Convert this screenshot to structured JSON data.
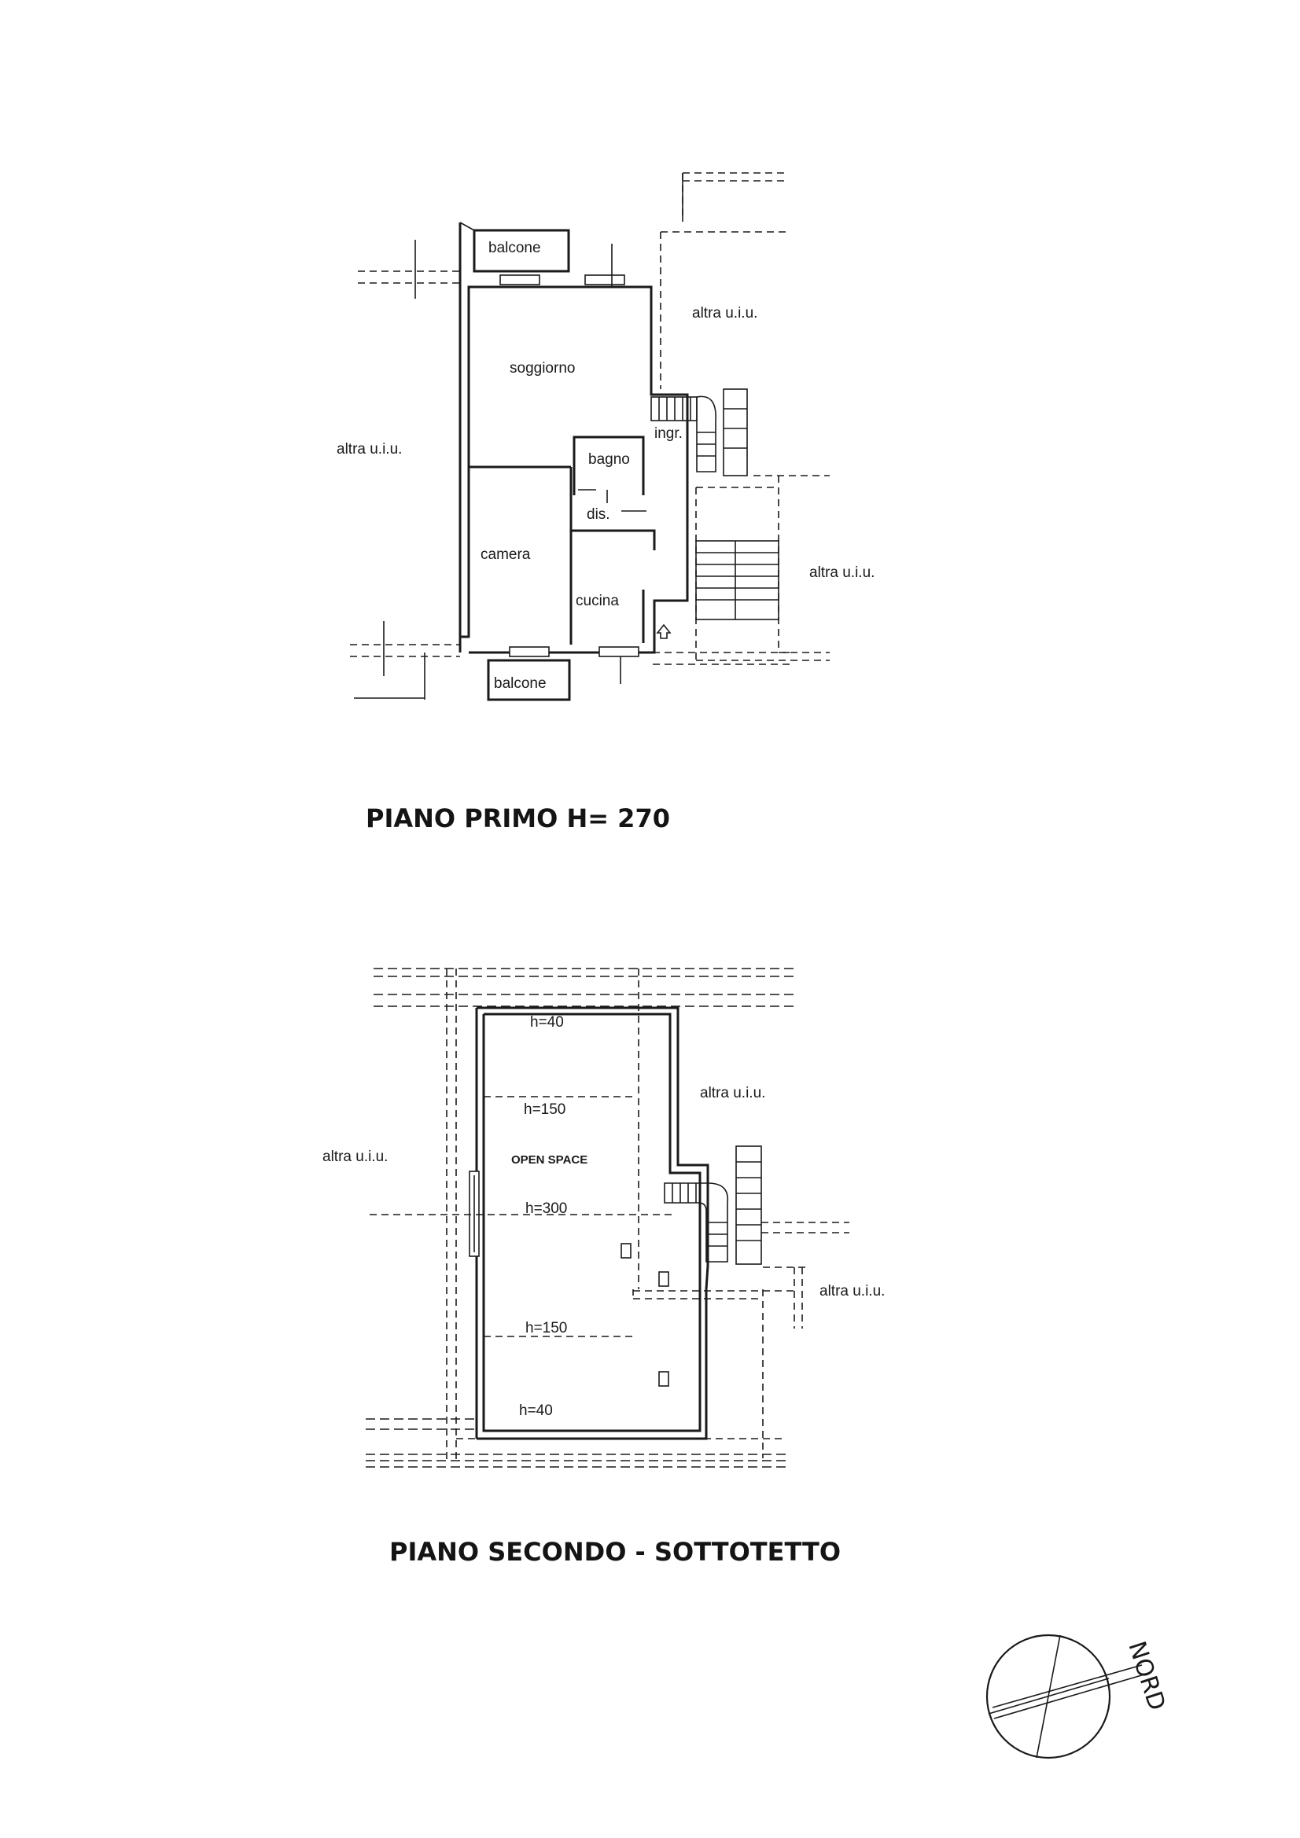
{
  "plans": [
    {
      "title": "PIANO PRIMO H= 270",
      "rooms": {
        "balcony_top": "balcone",
        "living": "soggiorno",
        "bathroom": "bagno",
        "entrance": "ingr.",
        "hall": "dis.",
        "bedroom": "camera",
        "kitchen": "cucina",
        "balcony_bottom": "balcone"
      },
      "neighbors": {
        "left": "altra u.i.u.",
        "top_right": "altra u.i.u.",
        "right": "altra u.i.u."
      }
    },
    {
      "title": "PIANO SECONDO - SOTTOTETTO",
      "room": "OPEN SPACE",
      "heights": [
        "h=40",
        "h=150",
        "h=300",
        "h=150",
        "h=40"
      ],
      "neighbors": {
        "left": "altra u.i.u.",
        "top_right": "altra u.i.u.",
        "right": "altra u.i.u."
      }
    }
  ],
  "compass": {
    "label": "NORD"
  }
}
